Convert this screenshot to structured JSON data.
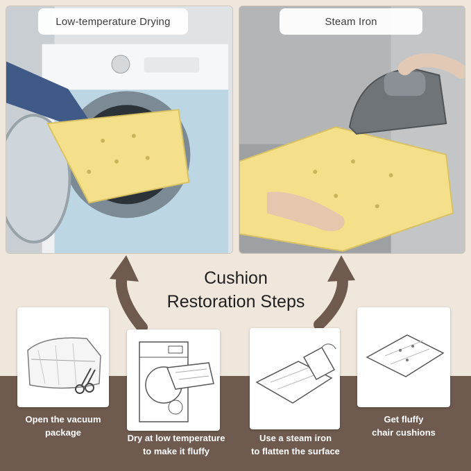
{
  "photos": {
    "left_label": "Low-temperature Drying",
    "right_label": "Steam Iron"
  },
  "center_title": "Cushion\nRestoration Steps",
  "steps": [
    {
      "label": "Open the vacuum\npackage"
    },
    {
      "label": "Dry at low temperature\nto make it fluffy"
    },
    {
      "label": "Use a steam iron\nto flatten the surface"
    },
    {
      "label": "Get fluffy\nchair cushions"
    }
  ],
  "colors": {
    "background": "#efe6dc",
    "band": "#6e5a4e",
    "cushion": "#f4e08a",
    "arrow": "#6e5a4e"
  }
}
